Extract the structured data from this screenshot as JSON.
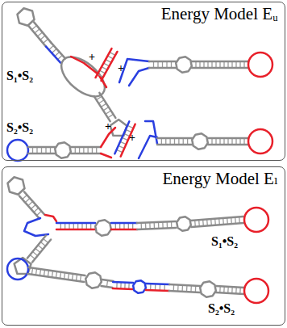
{
  "diagram": {
    "nodes": [
      {
        "text": [
          "Energy Model Eᵤ"
        ]
      },
      {
        "text": [
          "Energy Model Eₗ"
        ]
      }
    ],
    "labels": [
      "S₁•S₂",
      "S₂•S₂",
      "S₁•S₂",
      "S₂•S₂",
      "+",
      "+",
      "+",
      "+"
    ]
  }
}
